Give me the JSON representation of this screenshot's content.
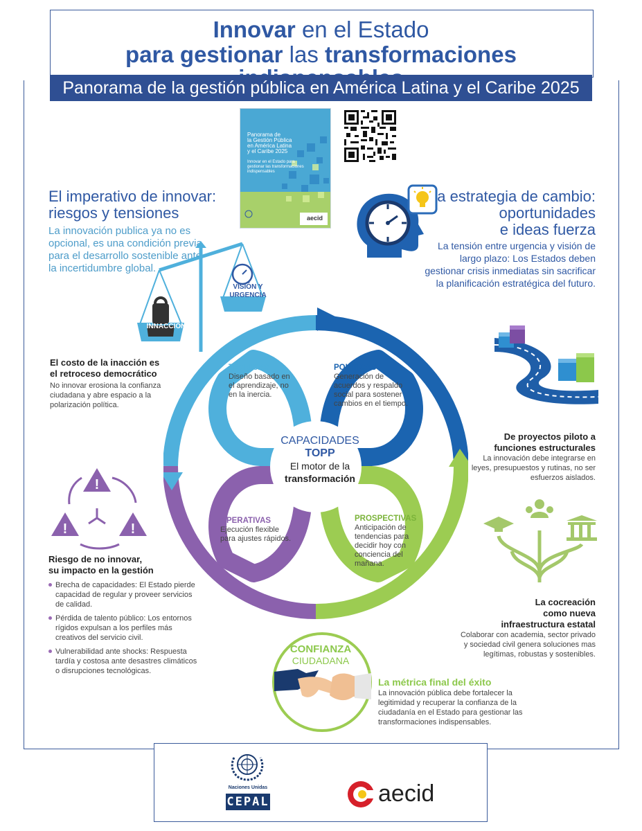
{
  "header": {
    "title_line1_bold": "Innovar",
    "title_line1_rest": " en el Estado",
    "title_line2_a": "para gestionar",
    "title_line2_b": " las ",
    "title_line2_c": "transformaciones indispensables",
    "banner": "Panorama de la gestión pública en América Latina y el Caribe 2025"
  },
  "cover": {
    "line1": "Panorama de",
    "line2": "la Gestión Pública",
    "line3": "en América Latina",
    "line4": "y el Caribe 2025",
    "line5": "Innovar en el Estado para",
    "line6": "gestionar las transformaciones",
    "line7": "indispensables",
    "brand": "aecid"
  },
  "left_top": {
    "title1": "El imperativo de innovar:",
    "title2": "riesgos y tensiones",
    "text": "La innovación publica ya no es opcional, es una condición previa para el desarrollo sostenible ante la incertidumbre global."
  },
  "right_top": {
    "title1": "La estrategia de cambio:",
    "title2": "oportunidades",
    "title3": "e ideas fuerza",
    "text": "La tensión entre urgencia y visión de largo plazo: Los Estados deben gestionar crisis inmediatas sin sacrificar la planificación estratégica del futuro."
  },
  "scale": {
    "left_label": "INNACCIÓN",
    "right_label1": "VISIÓN Y",
    "right_label2": "URGENCIA"
  },
  "cost": {
    "title1": "El costo de la inacción es",
    "title2": "el retroceso democrático",
    "text": "No innovar erosiona la confianza ciudadana y abre espacio a la polarización política."
  },
  "risk": {
    "title1": "Riesgo de no innovar,",
    "title2": "su impacto en la gestión",
    "bullets": [
      "Brecha de capacidades: El Estado pierde capacidad de regular y proveer servicios de calidad.",
      "Pérdida de talento público: Los entornos rígidos expulsan a los perfiles más creativos del servicio civil.",
      "Vulnerabilidad ante shocks: Respuesta tardía y costosa ante desastres climáticos o disrupciones tecnológicas."
    ]
  },
  "center": {
    "line1": "CAPACIDADES",
    "line2": "TOPP",
    "line3": "El motor de la",
    "line4": "transformación"
  },
  "petals": {
    "tecnicas": {
      "title": "TÉCNICAS",
      "text": "Diseño basado en el aprendizaje, no en la inercia."
    },
    "politicas": {
      "title": "POLÍTICAS",
      "text": "Generación de acuerdos y respaldo social para sostener cambios en el tiempo."
    },
    "operativas": {
      "title": "OPERATIVAS",
      "text": "Ejecución flexible para ajustes rápidos."
    },
    "prospectivas": {
      "title": "PROSPECTIVAS",
      "text": "Anticipación de tendencias para decidir hoy con conciencia del mañana."
    }
  },
  "pilot": {
    "title1": "De proyectos piloto a",
    "title2": "funciones estructurales",
    "text": "La innovación debe integrarse en leyes, presupuestos y rutinas, no ser esfuerzos aislados."
  },
  "cocreation": {
    "title1": "La cocreación",
    "title2": "como nueva",
    "title3": "infraestructura estatal",
    "text": "Colaborar con academia, sector privado y sociedad civil genera soluciones mas legítimas, robustas y sostenibles."
  },
  "trust": {
    "badge1": "CONFIANZA",
    "badge2": "CIUDADANA",
    "title": "La métrica final del éxito",
    "text": "La innovación pública debe fortalecer la legitimidad y recuperar la confianza de la ciudadanía en el Estado para gestionar las transformaciones indispensables."
  },
  "logos": {
    "un_name": "Naciones Unidas",
    "cepal": "CEPAL",
    "aecid": "aecid"
  },
  "colors": {
    "navy": "#2f4f93",
    "blue": "#2f58a3",
    "sky": "#4fb0dc",
    "dark_blue": "#1b64b0",
    "purple": "#8b61ad",
    "green": "#9ccc52",
    "red": "#d6202a"
  }
}
